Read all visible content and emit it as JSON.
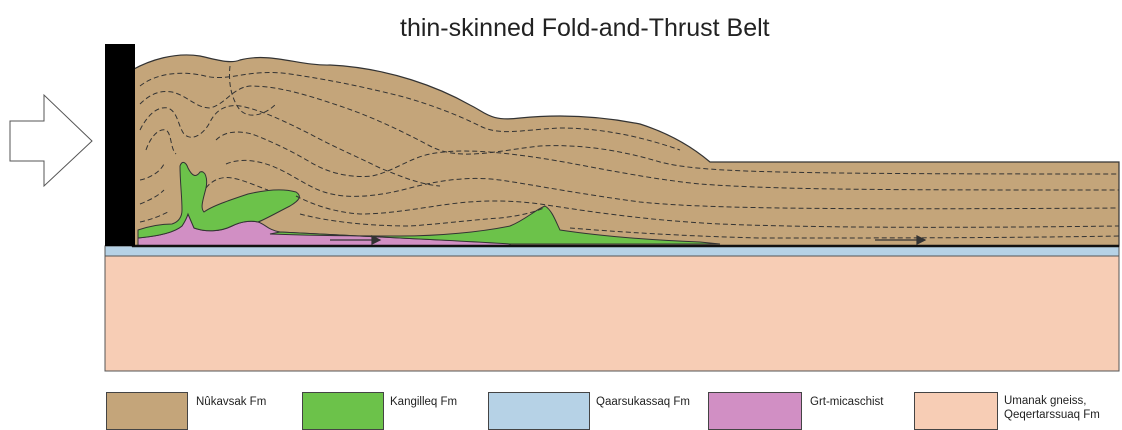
{
  "title": "thin-skinned Fold-and-Thrust Belt",
  "colors": {
    "nukavsak": "#c4a57a",
    "kangilleq": "#6cc24a",
    "qaarsukassaq": "#b6d2e6",
    "micaschist": "#d18fc4",
    "basement": "#f7cdb5",
    "backstop": "#000000"
  },
  "legend": [
    {
      "label": "Nûkavsak Fm",
      "color": "#c4a57a"
    },
    {
      "label": "Kangilleq Fm",
      "color": "#6cc24a"
    },
    {
      "label": "Qaarsukassaq Fm",
      "color": "#b6d2e6"
    },
    {
      "label": "Grt-micaschist",
      "color": "#d18fc4"
    },
    {
      "label": "Umanak gneiss,\nQeqertarssuaq Fm",
      "color": "#f7cdb5"
    }
  ],
  "icons": {
    "push": "arrow-right-icon",
    "backstop": "rigid-backstop"
  }
}
